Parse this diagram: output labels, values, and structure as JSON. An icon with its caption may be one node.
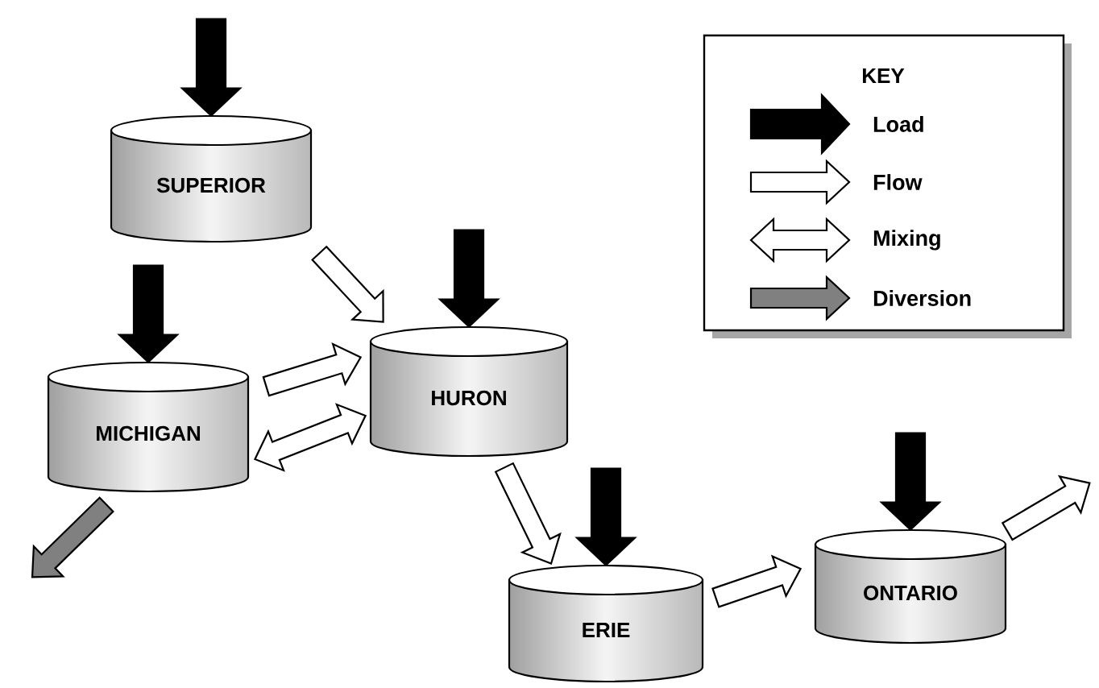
{
  "diagram": {
    "nodes": [
      {
        "text": [
          "SUPERIOR"
        ]
      },
      {
        "text": [
          "MICHIGAN"
        ]
      },
      {
        "text": [
          "HURON"
        ]
      },
      {
        "text": [
          "ERIE"
        ]
      },
      {
        "text": [
          "ONTARIO"
        ]
      }
    ],
    "edges": [
      {
        "from": null,
        "to": 0,
        "arrow": "to",
        "style": "thick",
        "color": "#000000"
      },
      {
        "from": null,
        "to": 1,
        "arrow": "to",
        "style": "thick",
        "color": "#000000"
      },
      {
        "from": null,
        "to": 2,
        "arrow": "to",
        "style": "thick",
        "color": "#000000"
      },
      {
        "from": null,
        "to": 3,
        "arrow": "to",
        "style": "thick",
        "color": "#000000"
      },
      {
        "from": null,
        "to": 4,
        "arrow": "to",
        "style": "thick",
        "color": "#000000"
      },
      {
        "from": 0,
        "to": 2,
        "arrow": "to"
      },
      {
        "from": 1,
        "to": 2,
        "arrow": "to"
      },
      {
        "from": 1,
        "to": 2,
        "arrow": "both"
      },
      {
        "from": 2,
        "to": 3,
        "arrow": "to"
      },
      {
        "from": 3,
        "to": 4,
        "arrow": "to"
      },
      {
        "from": 4,
        "to": null,
        "arrow": "to"
      },
      {
        "from": 1,
        "to": null,
        "arrow": "to",
        "color": "#808080"
      }
    ],
    "labels": [
      "KEY"
    ],
    "legend": [
      {
        "text": "Load"
      },
      {
        "text": "Flow"
      },
      {
        "text": "Mixing"
      },
      {
        "text": "Diversion"
      }
    ]
  }
}
